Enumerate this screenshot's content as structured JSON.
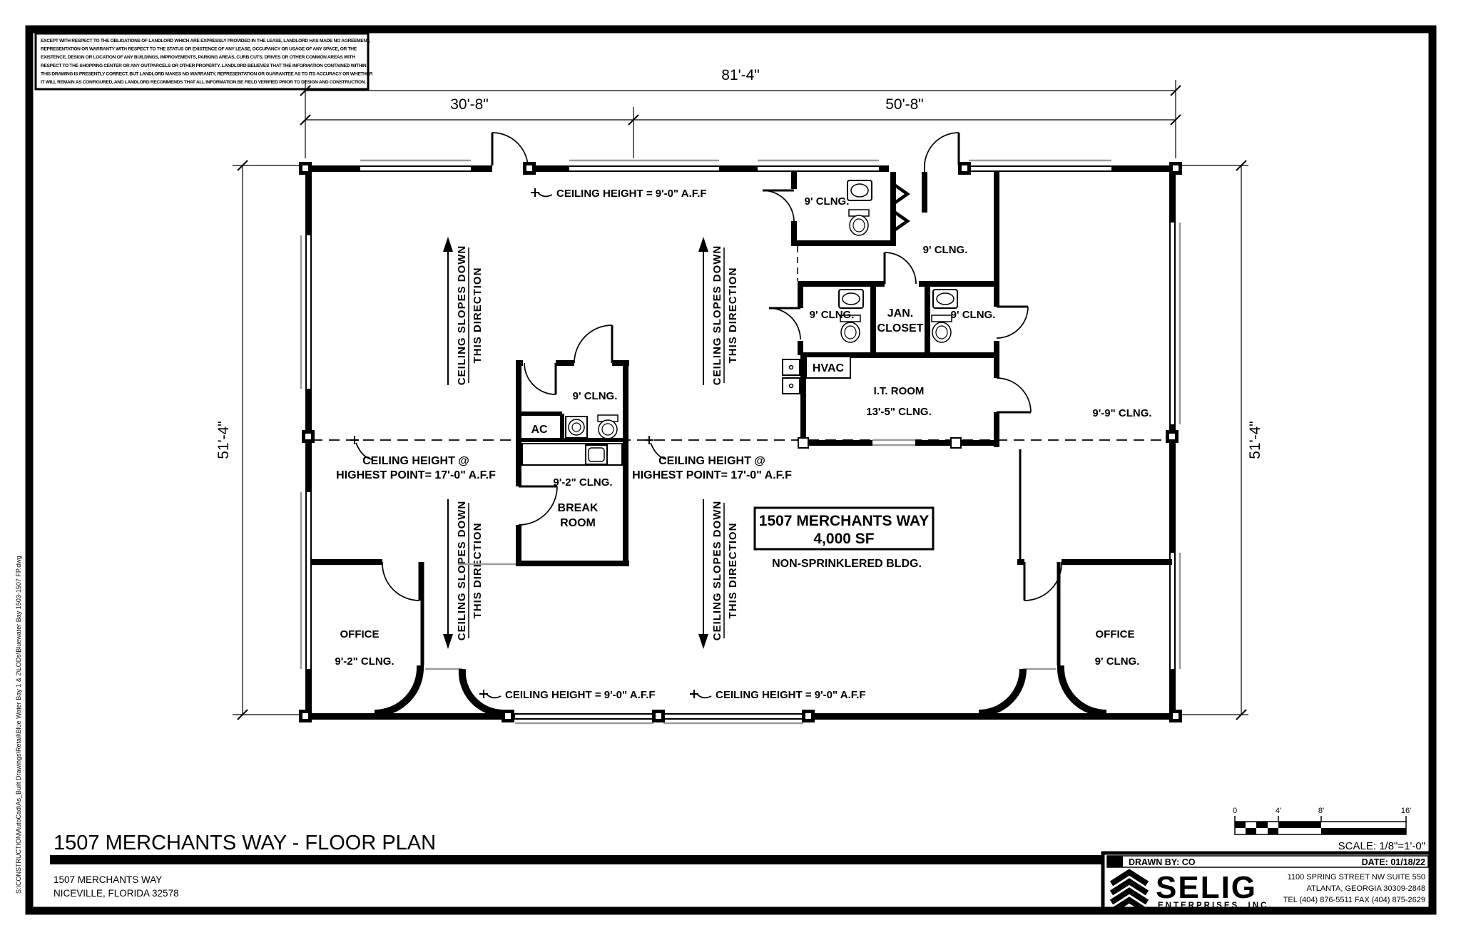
{
  "disclaimer": {
    "lines": [
      "EXCEPT WITH RESPECT TO THE OBLIGATIONS OF LANDLORD WHICH ARE EXPRESSLY PROVIDED IN THE LEASE, LANDLORD HAS MADE NO AGREEMENT,",
      "REPRESENTATION OR WARRANTY WITH RESPECT TO THE STATUS OR EXISTENCE OF ANY LEASE, OCCUPANCY OR USAGE OF ANY SPACE, OR THE",
      "EXISTENCE, DESIGN OR LOCATION OF ANY BUILDINGS, IMPROVEMENTS, PARKING AREAS, CURB CUTS, DRIVES OR OTHER COMMON AREAS WITH",
      "RESPECT TO THE SHOPPING CENTER OR ANY OUTPARCELS OR OTHER PROPERTY.  LANDLORD BELIEVES THAT THE INFORMATION CONTAINED WITHIN",
      "THIS DRAWING IS PRESENTLY CORRECT, BUT LANDLORD MAKES NO WARRANTY, REPRESENTATION OR GUARANTEE AS TO ITS ACCURACY OR WHETHER",
      "IT WILL REMAIN AS CONFIGURED, AND LANDLORD RECOMMENDS THAT ALL INFORMATION BE FIELD VERIFIED PRIOR TO DESIGN AND CONSTRUCTION."
    ]
  },
  "dimensions": {
    "total_width": "81'-4\"",
    "left_width": "30'-8\"",
    "right_width": "50'-8\"",
    "left_height": "51'-4\"",
    "right_height": "51'-4\""
  },
  "labels": {
    "ceiling_height_9": "CEILING HEIGHT = 9'-0\" A.F.F",
    "ceiling_highest_1": "CEILING HEIGHT @",
    "ceiling_highest_2": "HIGHEST POINT= 17'-0\" A.F.F",
    "slope_1": "CEILING SLOPES DOWN",
    "slope_2": "THIS DIRECTION",
    "clng_9": "9' CLNG.",
    "clng_9_2": "9'-2\" CLNG.",
    "clng_9_9": "9'-9\" CLNG.",
    "clng_13_5": "13'-5\" CLNG.",
    "it_room": "I.T. ROOM",
    "hvac": "HVAC",
    "ac": "AC",
    "jan_1": "JAN.",
    "jan_2": "CLOSET",
    "break_1": "BREAK",
    "break_2": "ROOM",
    "office": "OFFICE"
  },
  "summary_box": {
    "line1": "1507 MERCHANTS WAY",
    "line2": "4,000 SF",
    "note": "NON-SPRINKLERED BLDG."
  },
  "title_bar": {
    "sheet_title": "1507 MERCHANTS WAY - FLOOR PLAN",
    "address_1": "1507 MERCHANTS WAY",
    "address_2": "NICEVILLE, FLORIDA  32578"
  },
  "title_block": {
    "drawn_by": "DRAWN BY: CO",
    "date": "DATE: 01/18/22",
    "scale": "SCALE: 1/8\"=1'-0\"",
    "scale_ticks": [
      "0",
      "4'",
      "8'",
      "16'"
    ],
    "company": "SELIG",
    "company_sub": "ENTERPRISES, INC.",
    "addr_1": "1100 SPRING STREET NW SUITE 550",
    "addr_2": "ATLANTA, GEORGIA 30309-2848",
    "addr_3": "TEL (404) 876-5511 FAX (404) 875-2629"
  },
  "edge_note": "S:\\CONSTRUCTION\\AutoCad\\As_Built Drawings\\Retail\\Blue Water Bay 1 & 2\\LODs\\Bluewater Bay 1503-1507 FP.dwg",
  "colors": {
    "ink": "#000000",
    "gray": "#9a9a9a",
    "paper": "#ffffff"
  }
}
